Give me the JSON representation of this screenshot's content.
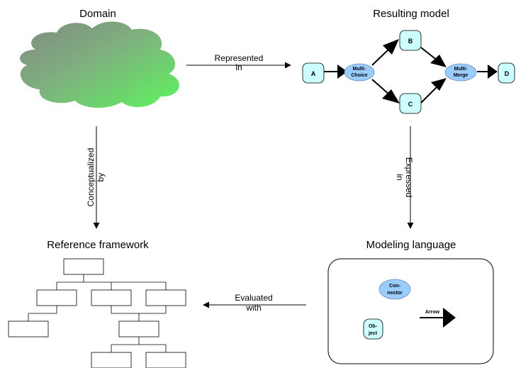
{
  "titles": {
    "domain": "Domain",
    "model": "Resulting model",
    "framework": "Reference framework",
    "language": "Modeling language"
  },
  "edges": {
    "represented_1": "Represented",
    "represented_2": "in",
    "conceptualized_1": "Conceptualized",
    "conceptualized_2": "by",
    "expressed_1": "Expressed",
    "expressed_2": "in",
    "evaluated_1": "Evaluated",
    "evaluated_2": "with"
  },
  "model": {
    "a": "A",
    "b": "B",
    "c": "C",
    "d": "D",
    "multichoice_1": "Multi-",
    "multichoice_2": "Choice",
    "multimerge_1": "Multi-",
    "multimerge_2": "Merge"
  },
  "language": {
    "connector_1": "Con-",
    "connector_2": "nector",
    "object_1": "Ob-",
    "object_2": "ject",
    "arrow": "Arrow"
  },
  "colors": {
    "node_fill": "#ccffff",
    "ellipse_fill": "#99ccff",
    "cloud_dark": "#7f9f7f",
    "cloud_light": "#5fff5f"
  }
}
